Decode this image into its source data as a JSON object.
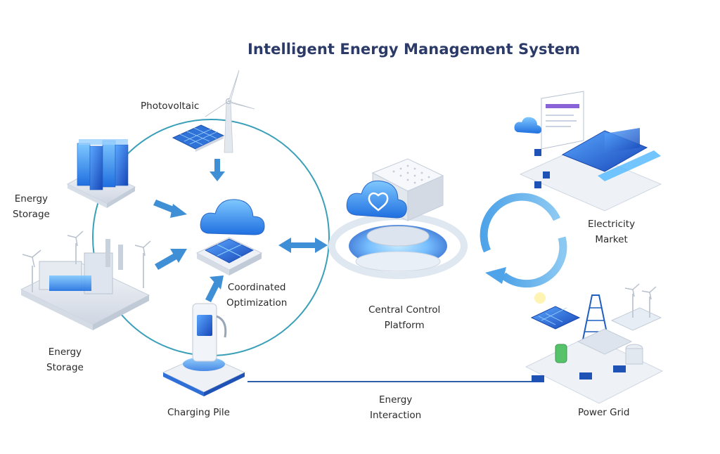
{
  "title": "Intelligent Energy Management System",
  "labels": {
    "photovoltaic": "Photovoltaic",
    "energy_storage_top": [
      "Energy",
      "Storage"
    ],
    "energy_storage_bottom": [
      "Energy",
      "Storage"
    ],
    "coordinated_optimization": [
      "Coordinated",
      "Optimization"
    ],
    "central_control_platform": [
      "Central Control",
      "Platform"
    ],
    "electricity_market": [
      "Electricity",
      "Market"
    ],
    "charging_pile": "Charging Pile",
    "energy_interaction": [
      "Energy",
      "Interaction"
    ],
    "power_grid": "Power Grid"
  },
  "colors": {
    "title": "#2b3a67",
    "circle": "#3a9fb8",
    "arrow": "#3f8fd6",
    "accent_blue": "#2f6fd8",
    "light_blue": "#8fd3ff",
    "line": "#2f5fa8"
  },
  "icons": {
    "wind_turbine": "wind-turbine-icon",
    "solar_panel": "solar-panel-icon",
    "battery": "battery-stack-icon",
    "factory": "factory-storage-icon",
    "cloud": "cloud-icon",
    "optimizer": "optimizer-cube-icon",
    "charger": "ev-charger-icon",
    "control_platform": "control-platform-icon",
    "market": "market-dashboard-icon",
    "grid": "power-grid-icon",
    "cycle": "cycle-arrows-icon"
  }
}
